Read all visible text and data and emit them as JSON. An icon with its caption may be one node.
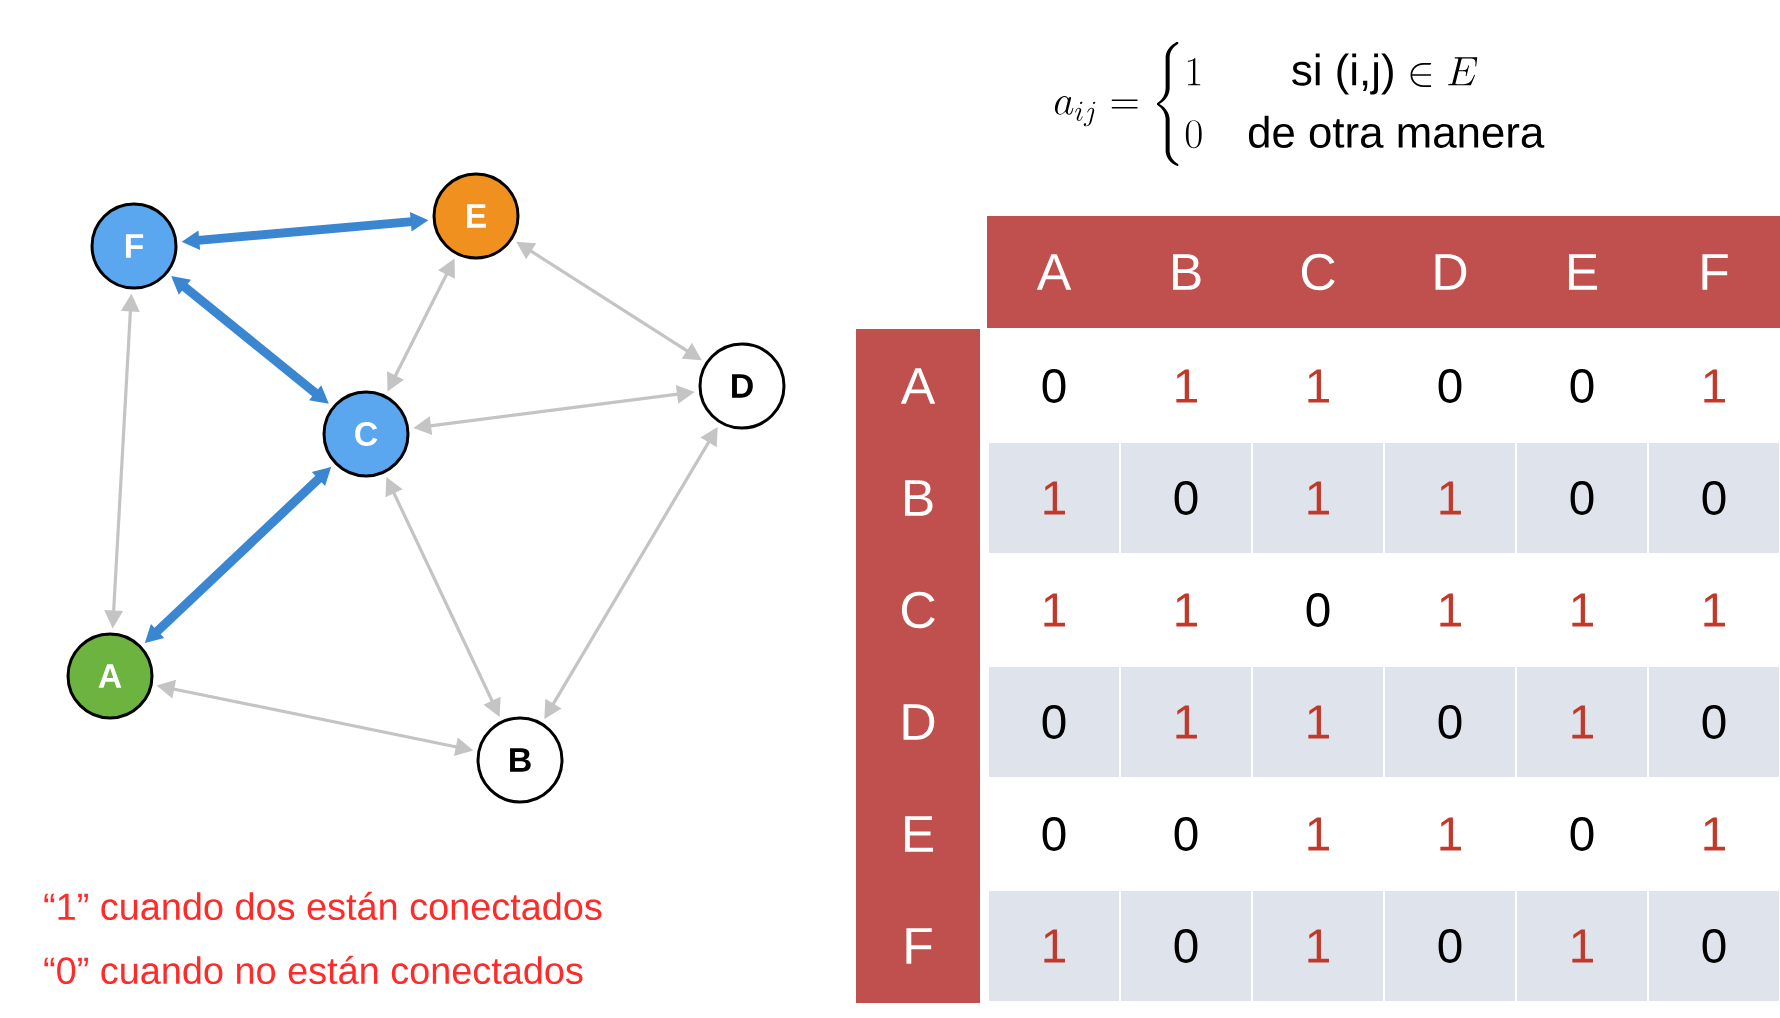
{
  "diagram": {
    "nodes": [
      {
        "text": [
          "F"
        ]
      },
      {
        "text": [
          "E"
        ]
      },
      {
        "text": [
          "C"
        ]
      },
      {
        "text": [
          "D"
        ]
      },
      {
        "text": [
          "A"
        ]
      },
      {
        "text": [
          "B"
        ]
      }
    ],
    "edges": [
      {
        "from": 0,
        "to": 1,
        "arrow": "both",
        "style": "thick",
        "color": "#3a86d1"
      },
      {
        "from": 0,
        "to": 2,
        "arrow": "both",
        "style": "thick",
        "color": "#3a86d1"
      },
      {
        "from": 2,
        "to": 4,
        "arrow": "both",
        "style": "thick",
        "color": "#3a86d1"
      },
      {
        "from": 0,
        "to": 4,
        "arrow": "both"
      },
      {
        "from": 1,
        "to": 2,
        "arrow": "both"
      },
      {
        "from": 1,
        "to": 3,
        "arrow": "both"
      },
      {
        "from": 2,
        "to": 3,
        "arrow": "both"
      },
      {
        "from": 2,
        "to": 5,
        "arrow": "both"
      },
      {
        "from": 3,
        "to": 5,
        "arrow": "both"
      },
      {
        "from": 4,
        "to": 5,
        "arrow": "both"
      }
    ],
    "labels": [
      "a_{ij} = \\begin{cases} 1 & \\quad\\text{si (i,j)} \\in E \\\\ 0 & \\text{de otra manera} \\end{cases}",
      "A",
      "B",
      "C",
      "D",
      "E",
      "F",
      "A",
      "0",
      "1",
      "1",
      "0",
      "0",
      "1",
      "B",
      "1",
      "0",
      "1",
      "1",
      "0",
      "0",
      "C",
      "1",
      "1",
      "0",
      "1",
      "1",
      "1",
      "D",
      "0",
      "1",
      "1",
      "0",
      "1",
      "0",
      "E",
      "0",
      "0",
      "1",
      "1",
      "0",
      "1",
      "F",
      "1",
      "0",
      "1",
      "0",
      "1",
      "0",
      "“1” cuando dos están conectados",
      "“0” cuando no están conectados"
    ]
  }
}
